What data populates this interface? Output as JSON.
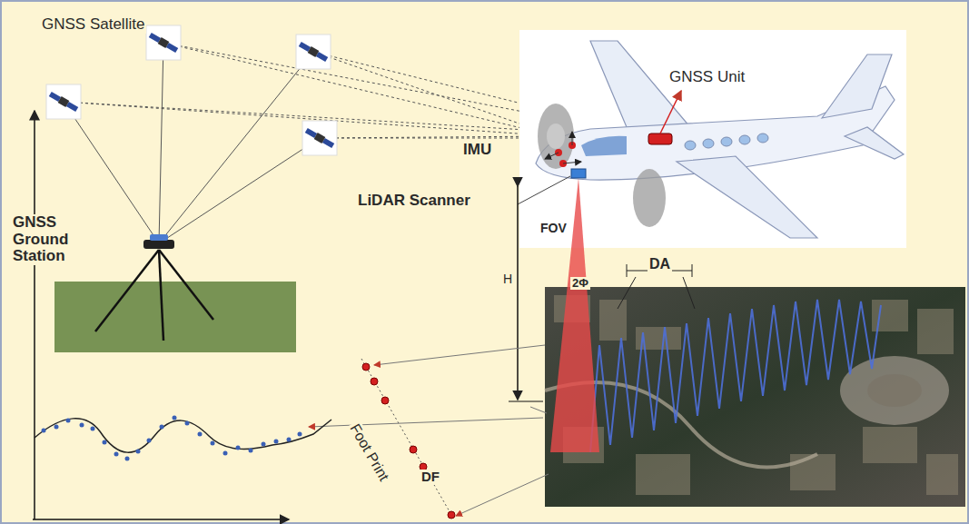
{
  "diagram": {
    "labels": [
      "GNSS Satellite",
      "GNSS Unit",
      "IMU",
      "LiDAR Scanner",
      "FOV",
      "2Φ",
      "H",
      "DA",
      "GNSS Ground Station",
      "Foot Print",
      "DF"
    ]
  }
}
